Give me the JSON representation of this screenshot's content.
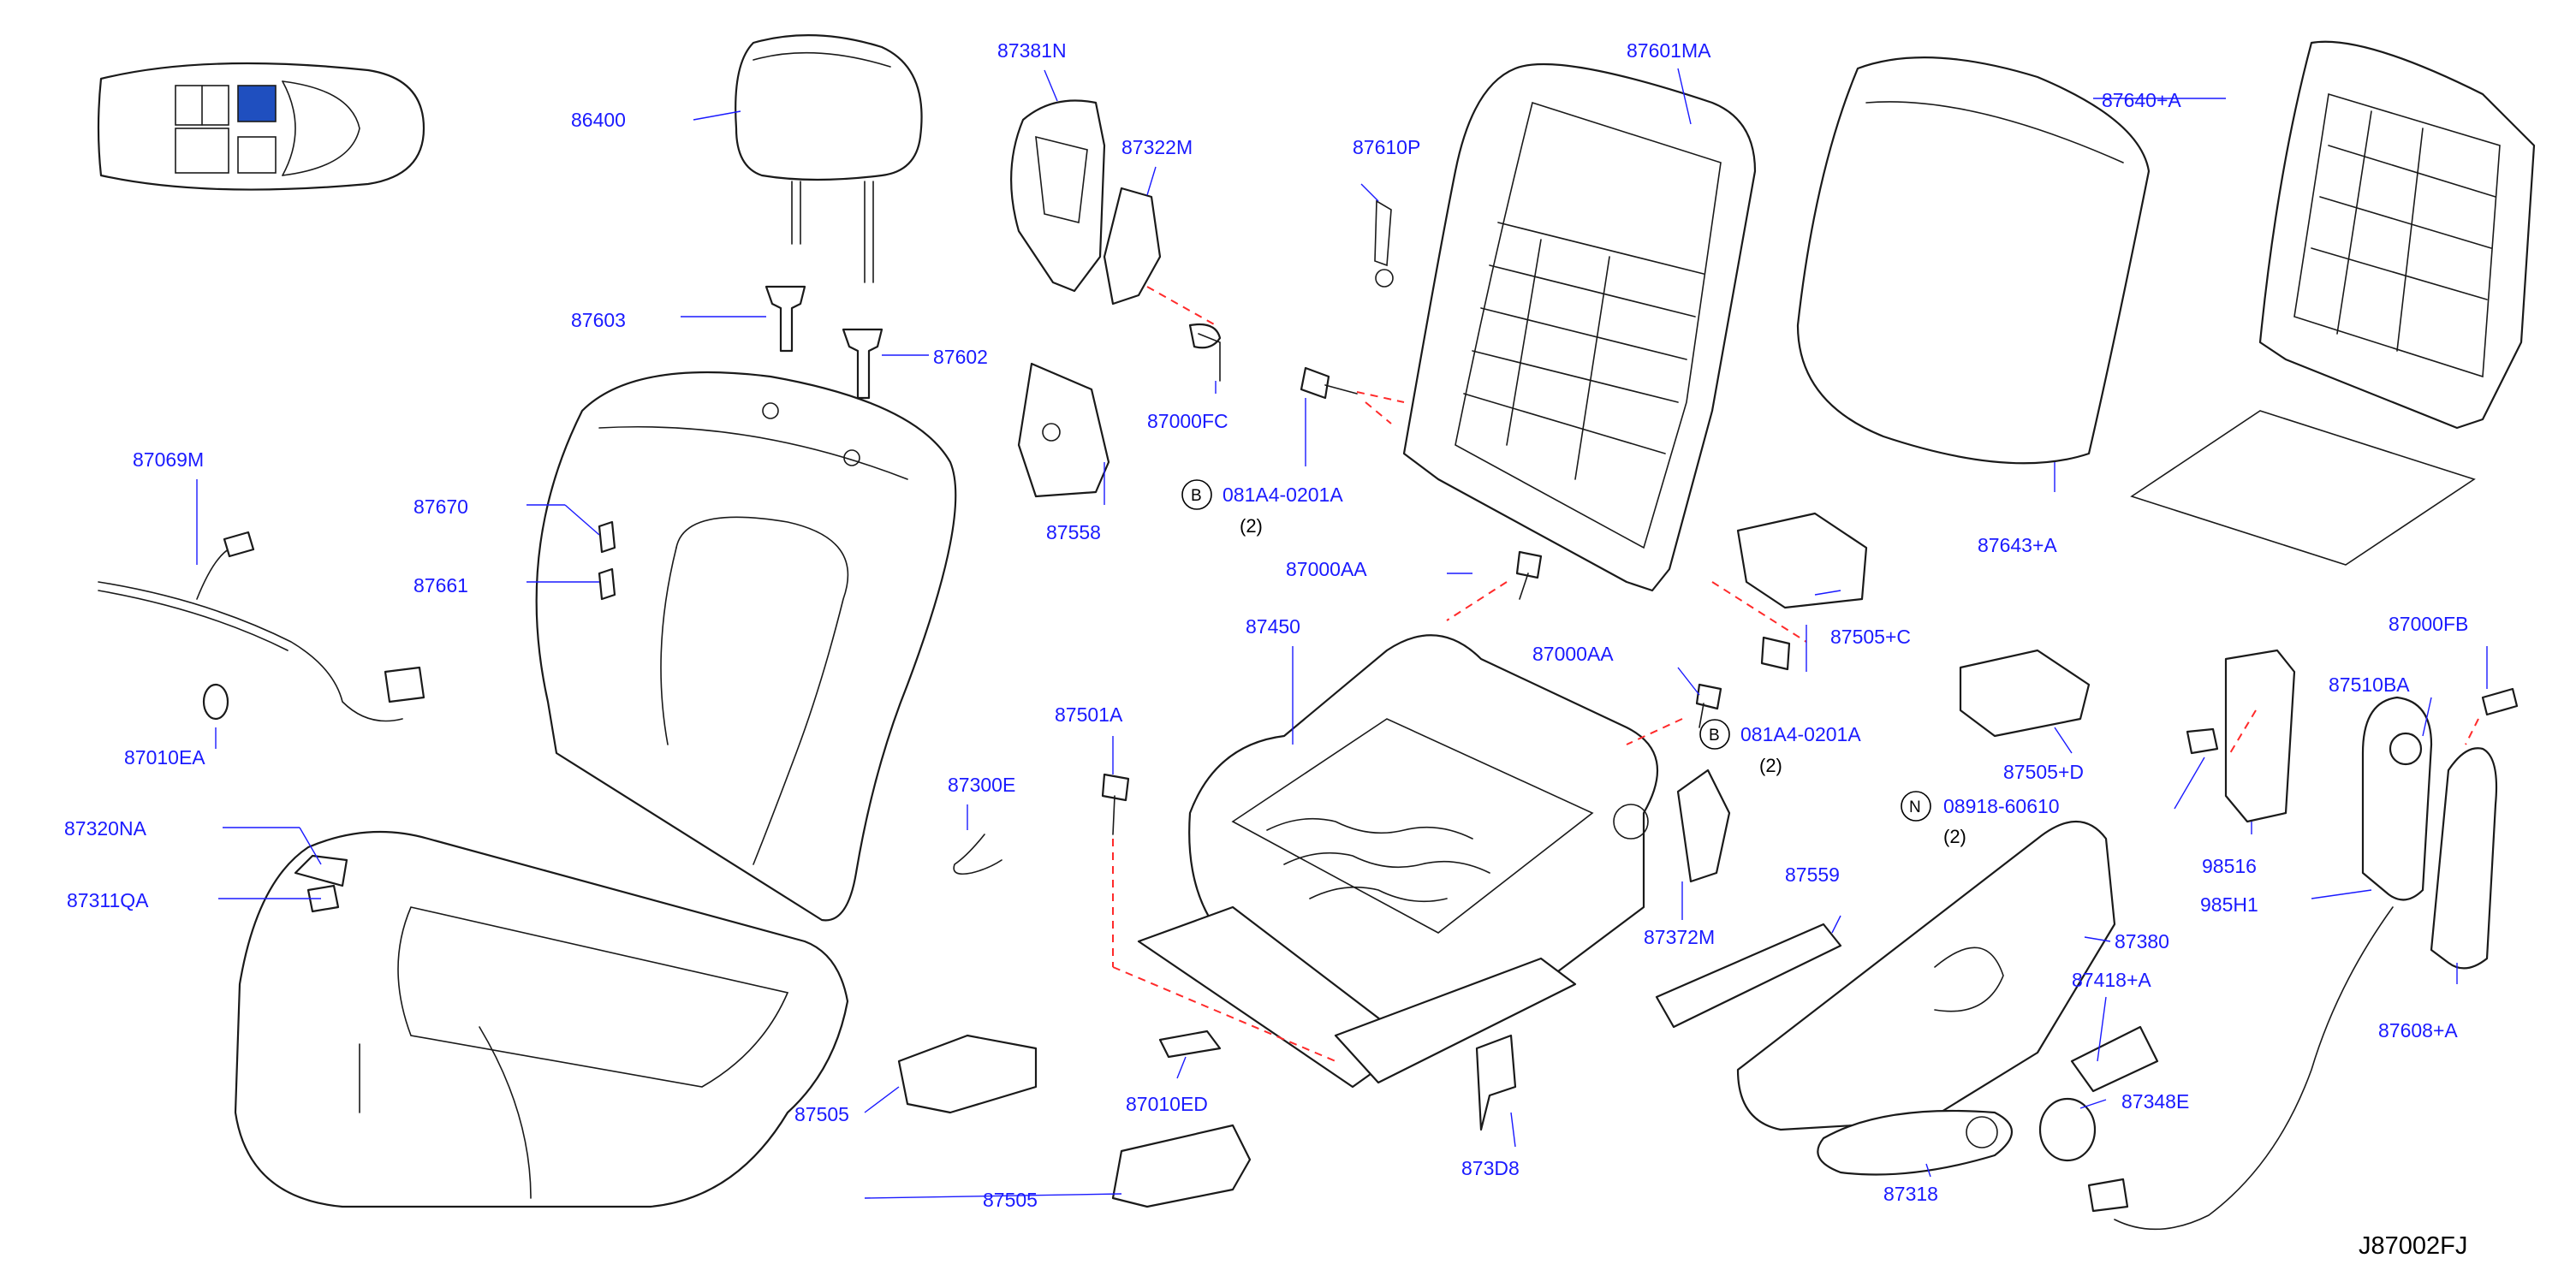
{
  "diagram_code": "J87002FJ",
  "locator": {
    "highlight_color": "#1f4fbf"
  },
  "label_color": "#1a1aff",
  "callouts": {
    "c86400": "86400",
    "c87603": "87603",
    "c87602": "87602",
    "c87069M": "87069M",
    "c87010EA": "87010EA",
    "c87670": "87670",
    "c87661": "87661",
    "c87320NA": "87320NA",
    "c87311QA": "87311QA",
    "c87381N": "87381N",
    "c87322M": "87322M",
    "c87000FC": "87000FC",
    "c87558": "87558",
    "c87601MA": "87601MA",
    "c87610P": "87610P",
    "c081A4_1": "081A4-0201A",
    "c081A4_1_qty": "(2)",
    "c87000AA_1": "87000AA",
    "c87450": "87450",
    "c87000AA_2": "87000AA",
    "c081A4_2": "081A4-0201A",
    "c081A4_2_qty": "(2)",
    "c87501A": "87501A",
    "c87300E": "87300E",
    "c87505_1": "87505",
    "c87505_2": "87505",
    "c87010ED": "87010ED",
    "c873D8": "873D8",
    "c87372M": "87372M",
    "c87559": "87559",
    "c87505C": "87505+C",
    "c87505D": "87505+D",
    "c08918": "08918-60610",
    "c08918_qty": "(2)",
    "c87380": "87380",
    "c87418A": "87418+A",
    "c87348E": "87348E",
    "c87318": "87318",
    "c87640A": "87640+A",
    "c87643A": "87643+A",
    "c87000FB": "87000FB",
    "c87510BA": "87510BA",
    "c98516": "98516",
    "c985H1": "985H1",
    "c87608A": "87608+A",
    "badge_b": "B",
    "badge_n": "N"
  }
}
